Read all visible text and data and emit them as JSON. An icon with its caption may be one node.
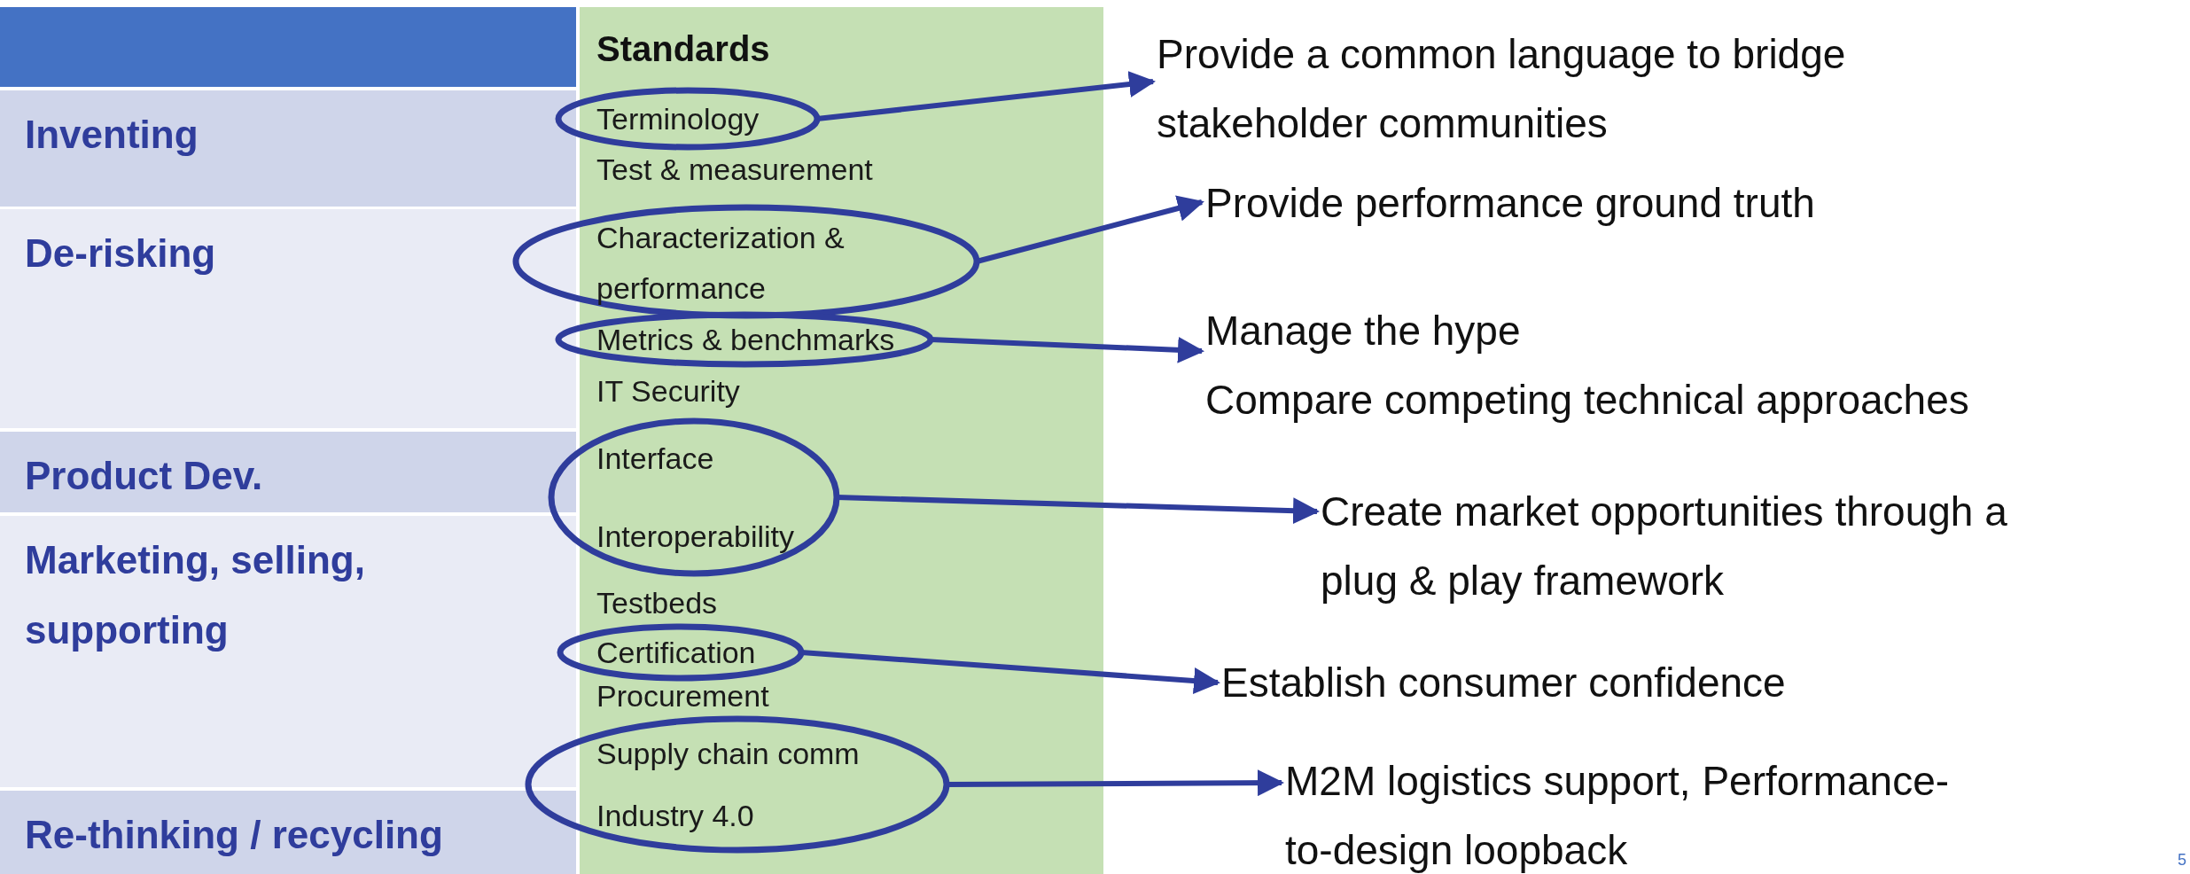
{
  "diagram": {
    "nodes": [
      {
        "text": [],
        "shape": "box"
      },
      {
        "text": [
          "Inventing"
        ]
      },
      {
        "text": [
          "De-risking"
        ]
      },
      {
        "text": [
          "Product Dev."
        ]
      },
      {
        "text": [
          "Marketing, selling, supporting"
        ]
      },
      {
        "text": [
          "Re-thinking / recycling"
        ]
      },
      {
        "text": [
          "Standards"
        ]
      },
      {
        "text": [],
        "shape": "ellipse"
      },
      {
        "text": [
          "Terminology"
        ],
        "in": 7
      },
      {
        "text": [
          "Test & measurement"
        ],
        "in": 6
      },
      {
        "text": [],
        "shape": "ellipse"
      },
      {
        "text": [
          "Characterization & performance"
        ],
        "in": 10
      },
      {
        "text": [],
        "shape": "ellipse"
      },
      {
        "text": [
          "Metrics & benchmarks"
        ],
        "in": 12
      },
      {
        "text": [
          "IT Security"
        ],
        "in": 6
      },
      {
        "text": [],
        "shape": "ellipse"
      },
      {
        "text": [
          "Interface"
        ],
        "in": 15
      },
      {
        "text": [
          "Interoperability"
        ],
        "in": 15
      },
      {
        "text": [
          "Testbeds"
        ],
        "in": 6
      },
      {
        "text": [],
        "shape": "ellipse"
      },
      {
        "text": [
          "Certification"
        ],
        "in": 19
      },
      {
        "text": [
          "Procurement"
        ],
        "in": 6
      },
      {
        "text": [],
        "shape": "ellipse"
      },
      {
        "text": [
          "Supply chain comm"
        ],
        "in": 22
      },
      {
        "text": [
          "Industry 4.0"
        ],
        "in": 22
      },
      {
        "text": [
          "Provide a common language to bridge stakeholder communities"
        ]
      },
      {
        "text": [
          "Provide performance ground truth"
        ]
      },
      {
        "text": [
          "Manage the hype",
          "Compare competing technical approaches"
        ]
      },
      {
        "text": [
          "Create market opportunities through a plug & play framework"
        ]
      },
      {
        "text": [
          "Establish consumer confidence"
        ]
      },
      {
        "text": [
          "M2M logistics support, Performance-to-design loopback"
        ]
      }
    ],
    "edges": [
      {
        "from": 7,
        "to": 25,
        "arrow": "to"
      },
      {
        "from": 10,
        "to": 26,
        "arrow": "to"
      },
      {
        "from": 12,
        "to": 27,
        "arrow": "to"
      },
      {
        "from": 15,
        "to": 28,
        "arrow": "to"
      },
      {
        "from": 19,
        "to": 29,
        "arrow": "to"
      },
      {
        "from": 22,
        "to": 30,
        "arrow": "to"
      }
    ],
    "labels": [
      "5"
    ]
  }
}
